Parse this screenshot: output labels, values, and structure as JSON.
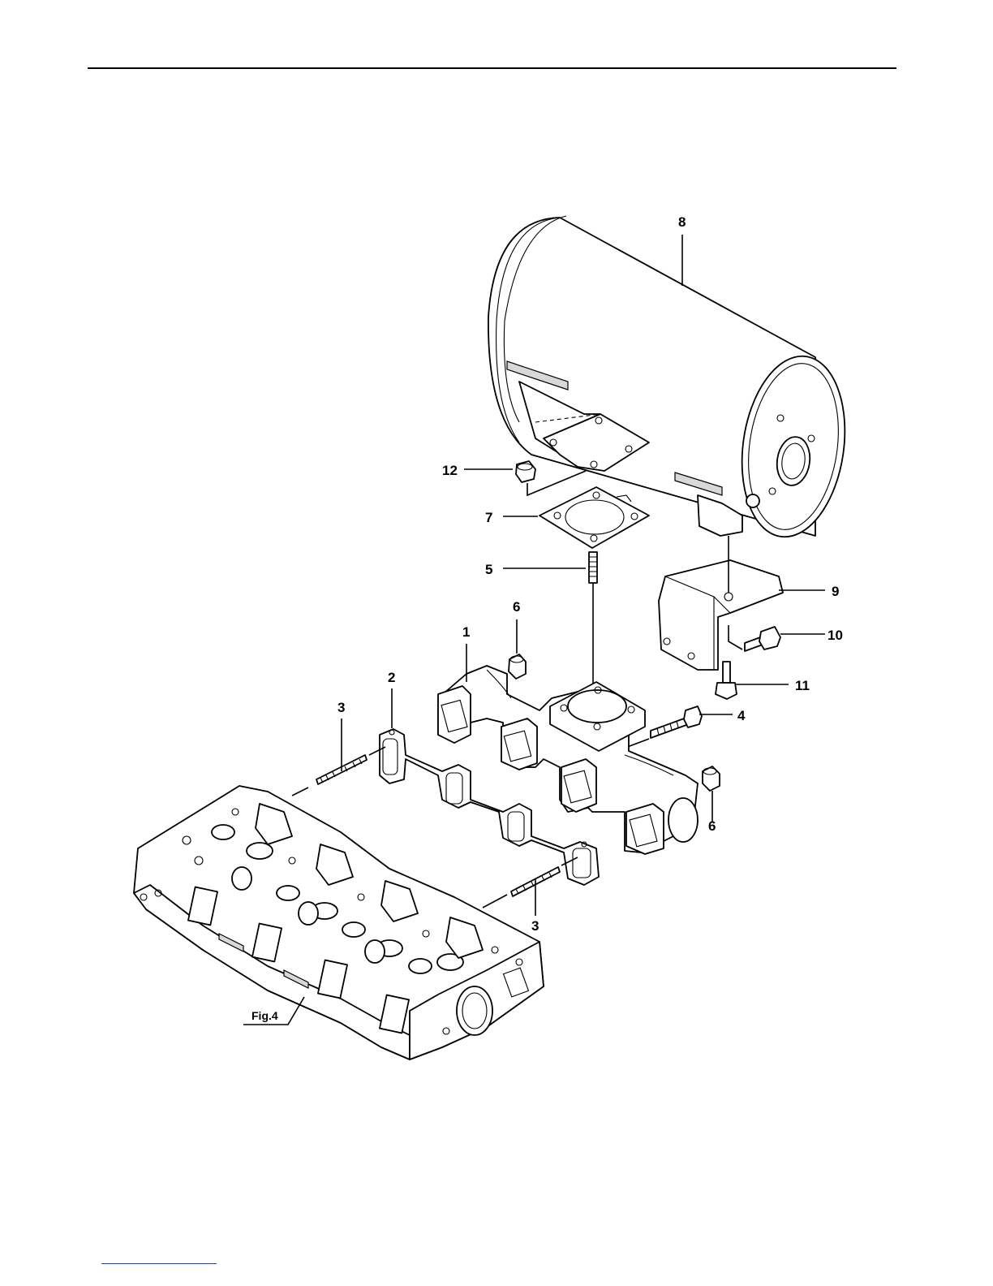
{
  "callouts": {
    "c1": "1",
    "c2": "2",
    "c3a": "3",
    "c3b": "3",
    "c4": "4",
    "c5": "5",
    "c6a": "6",
    "c6b": "6",
    "c7": "7",
    "c8": "8",
    "c9": "9",
    "c10": "10",
    "c11": "11",
    "c12": "12"
  },
  "figure_ref": "Fig.4"
}
